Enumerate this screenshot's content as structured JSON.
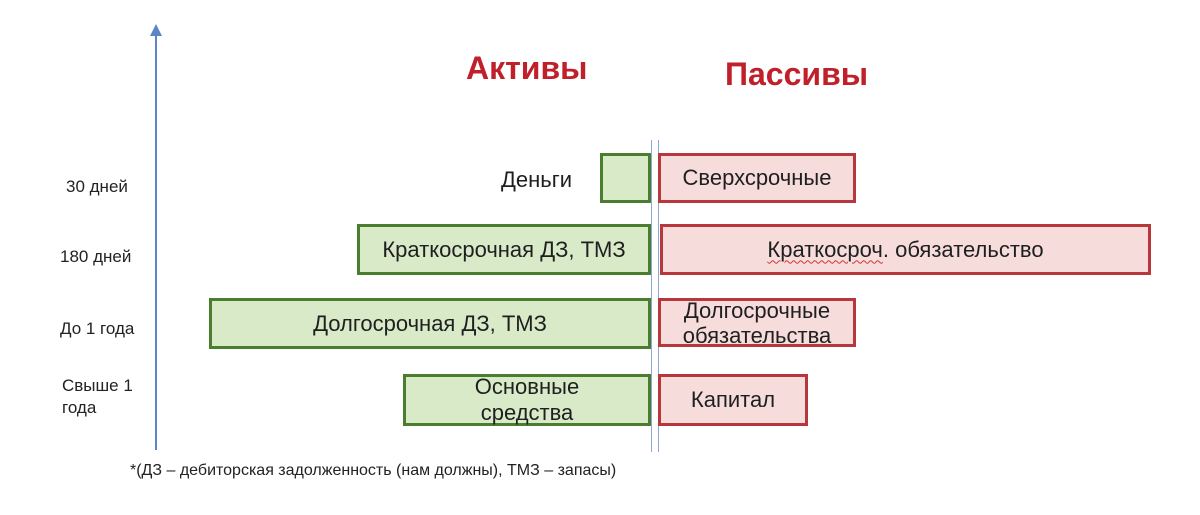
{
  "headers": {
    "assets": "Активы",
    "liabilities": "Пассивы"
  },
  "axis": {
    "labels": [
      "30 дней",
      "180 дней",
      "До 1 года",
      "Свыше 1",
      "года"
    ]
  },
  "assets": {
    "cash_label": "Деньги",
    "short_term": "Краткосрочная ДЗ, ТМЗ",
    "long_term": "Долгосрочная ДЗ, ТМЗ",
    "fixed_line1": "Основные",
    "fixed_line2": "средства"
  },
  "liabilities": {
    "overdue": "Сверхсрочные",
    "short_term_word": "Краткосроч",
    "short_term_rest": ". обязательство",
    "long_term_line1": "Долгосрочные",
    "long_term_line2": "обязательства",
    "capital": "Капитал"
  },
  "footnote": "*(ДЗ – дебиторская задолженность (нам должны), ТМЗ – запасы)",
  "colors": {
    "asset_fill": "#d9eac8",
    "asset_border": "#4a7d2e",
    "liability_fill": "#f7dcdc",
    "liability_border": "#b8373c",
    "header": "#c0202a",
    "axis": "#5b86c5"
  }
}
